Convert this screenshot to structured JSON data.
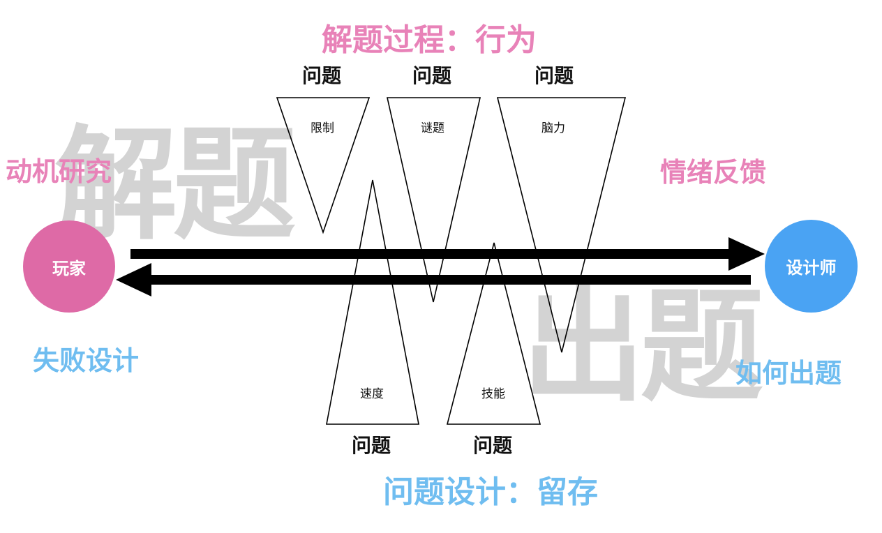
{
  "colors": {
    "pink": "#e882b8",
    "blue": "#6fbdf0",
    "player_circle": "#de6aa6",
    "designer_circle": "#4aa3f3",
    "watermark": "#d3d3d3"
  },
  "watermarks": {
    "solve": "解题",
    "make": "出题"
  },
  "titles": {
    "top": "解题过程：行为",
    "bottom": "问题设计：留存"
  },
  "side_labels": {
    "motivation": "动机研究",
    "emotion_feedback": "情绪反馈",
    "failure_design": "失败设计",
    "how_to_design": "如何出题"
  },
  "nodes": {
    "player": "玩家",
    "designer": "设计师"
  },
  "problems": {
    "top": [
      {
        "header": "问题",
        "label": "限制"
      },
      {
        "header": "问题",
        "label": "谜题"
      },
      {
        "header": "问题",
        "label": "脑力"
      }
    ],
    "bottom": [
      {
        "header": "问题",
        "label": "速度"
      },
      {
        "header": "问题",
        "label": "技能"
      }
    ]
  }
}
